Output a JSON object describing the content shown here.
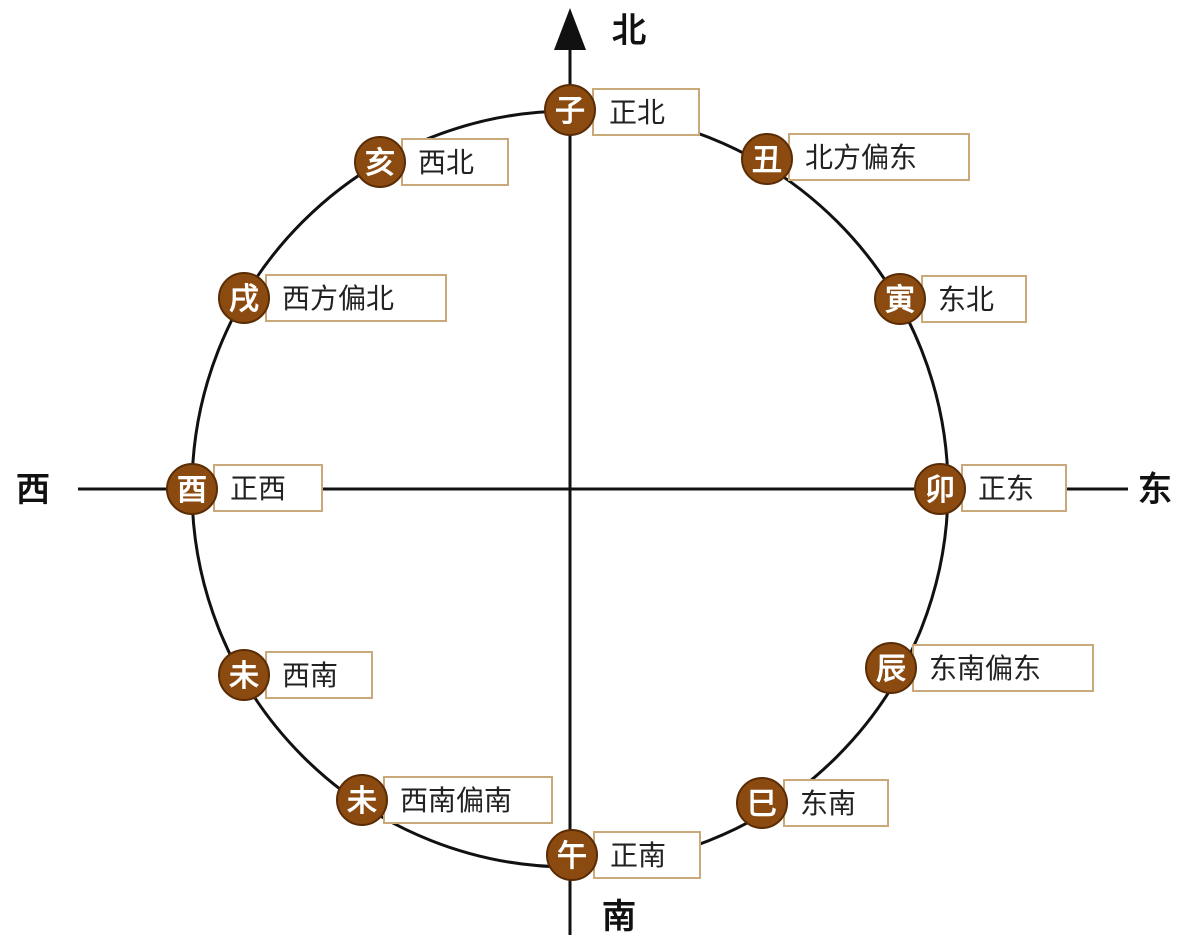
{
  "colors": {
    "badge_fill": "#8b4a10",
    "badge_stroke": "#5a2c05",
    "box_fill": "#ffffff",
    "box_stroke": "#c9a87a",
    "line": "#111111"
  },
  "directions": {
    "north": "北",
    "south": "南",
    "east": "东",
    "west": "西"
  },
  "branches": [
    {
      "branch": "子",
      "label": "正北"
    },
    {
      "branch": "丑",
      "label": "北方偏东"
    },
    {
      "branch": "寅",
      "label": "东北"
    },
    {
      "branch": "卯",
      "label": "正东"
    },
    {
      "branch": "辰",
      "label": "东南偏东"
    },
    {
      "branch": "巳",
      "label": "东南"
    },
    {
      "branch": "午",
      "label": "正南"
    },
    {
      "branch": "未",
      "label": "西南偏南"
    },
    {
      "branch": "未",
      "label": "西南"
    },
    {
      "branch": "酉",
      "label": "正西"
    },
    {
      "branch": "戌",
      "label": "西方偏北"
    },
    {
      "branch": "亥",
      "label": "西北"
    }
  ]
}
